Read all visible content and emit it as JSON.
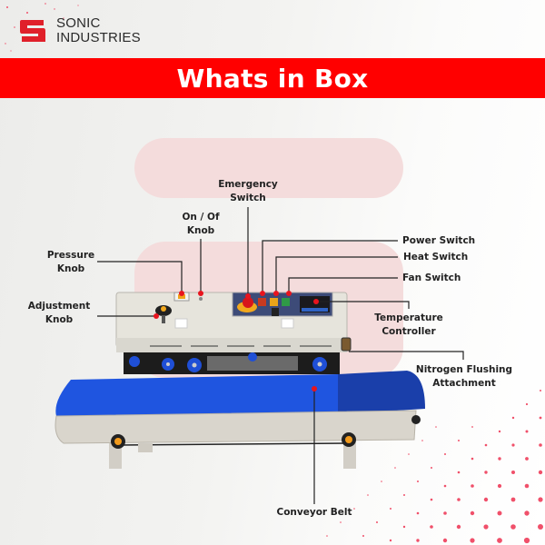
{
  "brand": {
    "name_line1": "SONIC",
    "name_line2": "INDUSTRIES",
    "logo_icon": "sonic-s-logo-icon",
    "accent_color": "#e0202a"
  },
  "banner": {
    "title": "Whats in Box",
    "background": "#ff0000",
    "text_color": "#ffffff"
  },
  "product": {
    "description": "Continuous band sealer with horizontal blue conveyor belt",
    "belt_color": "#1f4fd6",
    "body_color": "#e6e4dc"
  },
  "callouts": [
    {
      "id": "emergency-switch",
      "line1": "Emergency",
      "line2": "Switch"
    },
    {
      "id": "on-off-knob",
      "line1": "On / Of",
      "line2": "Knob"
    },
    {
      "id": "pressure-knob",
      "line1": "Pressure",
      "line2": "Knob"
    },
    {
      "id": "adjustment-knob",
      "line1": "Adjustment",
      "line2": "Knob"
    },
    {
      "id": "power-switch",
      "line1": "Power Switch",
      "line2": ""
    },
    {
      "id": "heat-switch",
      "line1": "Heat Switch",
      "line2": ""
    },
    {
      "id": "fan-switch",
      "line1": "Fan Switch",
      "line2": ""
    },
    {
      "id": "temperature-controller",
      "line1": "Temperature",
      "line2": "Controller"
    },
    {
      "id": "nitrogen-flushing-attachment",
      "line1": "Nitrogen Flushing",
      "line2": "Attachment"
    },
    {
      "id": "conveyor-belt",
      "line1": "Conveyor Belt",
      "line2": ""
    }
  ],
  "marker_color": "#e8141e",
  "line_color": "#222222"
}
